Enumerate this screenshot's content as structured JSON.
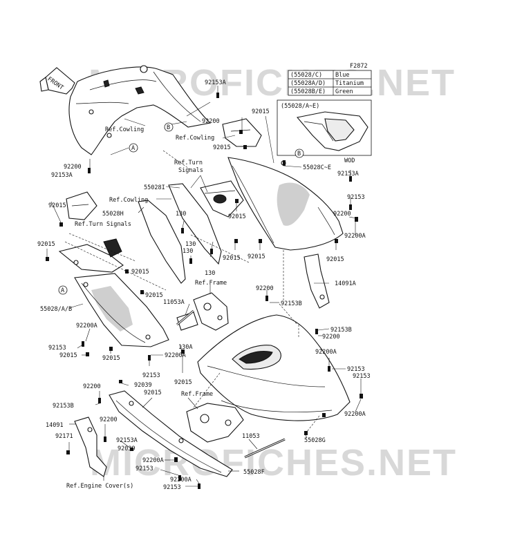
{
  "diagram_code": "F2872",
  "watermark": "MICROFICHES.NET",
  "front_arrow": "FRONT",
  "legend": {
    "rows": [
      {
        "part": "(55028/C)",
        "color": "Blue"
      },
      {
        "part": "(55028A/D)",
        "color": "Titanium"
      },
      {
        "part": "(55028B/E)",
        "color": "Green"
      }
    ]
  },
  "inset": {
    "title": "(55028/A~E)",
    "caption": "WOD"
  },
  "labels": {
    "l_92153A_a": "92153A",
    "l_92200_a": "92200",
    "l_refcowl_a": "Ref.Cowling",
    "l_B_a": "B",
    "l_A_a": "A",
    "l_92200_b": "92200",
    "l_92153A_b": "92153A",
    "l_92015_a": "92015",
    "l_refcowl_b": "Ref.Cowling",
    "l_92015_b": "92015",
    "l_B_b": "B",
    "l_55028CE": "55028C~E",
    "l_92153A_c": "92153A",
    "l_refturn_a1": "Ref.Turn",
    "l_refturn_a2": "Signals",
    "l_55028I": "55028I",
    "l_92153_a": "92153",
    "l_refcowl_c": "Ref.Cowling",
    "l_92015_c": "92015",
    "l_55028H": "55028H",
    "l_130_a": "130",
    "l_refturn_b": "Ref.Turn Signals",
    "l_92015_d": "92015",
    "l_92200_c": "92200",
    "l_92200A_a": "92200A",
    "l_130_b": "130",
    "l_130_c": "130",
    "l_92015_e": "92015",
    "l_92015_f": "92015",
    "l_92015_g": "92015",
    "l_92015_h": "92015",
    "l_130_d": "130",
    "l_refframe_a": "Ref.Frame",
    "l_14091A": "14091A",
    "l_A_b": "A",
    "l_92015_i": "92015",
    "l_92200_d": "92200",
    "l_11053A": "11053A",
    "l_92153B_a": "92153B",
    "l_55028AB": "55028/A/B",
    "l_92153B_b": "92153B",
    "l_92200A_b": "92200A",
    "l_92200_e": "92200",
    "l_92153_b": "92153",
    "l_130A": "130A",
    "l_92015_j": "92015",
    "l_92200A_c": "92200A",
    "l_92200A_d": "92200A",
    "l_92153_c": "92153",
    "l_92015_k": "92015",
    "l_92153_d": "92153",
    "l_92153_e": "92153",
    "l_92015_l": "92015",
    "l_92200_f": "92200",
    "l_92039_a": "92039",
    "l_92015_m": "92015",
    "l_refframe_b": "Ref.Frame",
    "l_92200A_e": "92200A",
    "l_92153B_c": "92153B",
    "l_14091": "14091",
    "l_92200_g": "92200",
    "l_92171": "92171",
    "l_92153A_d": "92153A",
    "l_92039_b": "92039",
    "l_11053": "11053",
    "l_55028G": "55028G",
    "l_92200A_f": "92200A",
    "l_92153_f": "92153",
    "l_55028F": "55028F",
    "l_92200A_g": "92200A",
    "l_refengine": "Ref.Engine Cover(s)",
    "l_92153_g": "92153"
  }
}
